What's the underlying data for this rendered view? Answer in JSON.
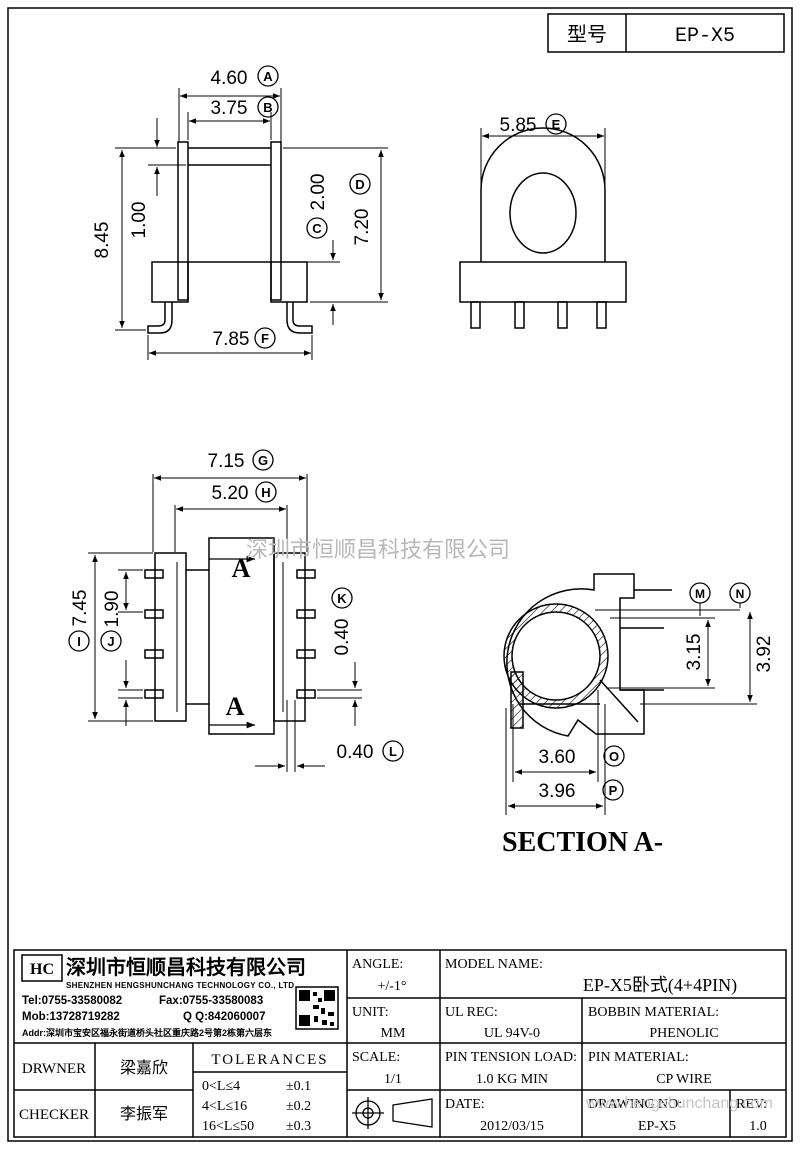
{
  "header": {
    "model_label": "型号",
    "model_value": "EP-X5"
  },
  "dimensions": {
    "A": "4.60",
    "B": "3.75",
    "C": "2.00",
    "D": "7.20",
    "E": "5.85",
    "F": "7.85",
    "G": "7.15",
    "H": "5.20",
    "I": "7.45",
    "J": "1.90",
    "K": "0.40",
    "L": "0.40",
    "M": "",
    "N": "",
    "O": "3.60",
    "P": "3.96",
    "front_height": "8.45",
    "front_inner": "1.00",
    "section_inner": "3.15",
    "section_outer": "3.92"
  },
  "letters": [
    "A",
    "B",
    "C",
    "D",
    "E",
    "F",
    "G",
    "H",
    "I",
    "J",
    "K",
    "L",
    "M",
    "N",
    "O",
    "P"
  ],
  "section_marker": "A",
  "section_title": "SECTION A-",
  "watermark_cn": "深圳市恒顺昌科技有限公司",
  "watermark_url": "www.hengshunchang.com",
  "company": {
    "name_cn": "深圳市恒顺昌科技有限公司",
    "name_en": "SHENZHEN HENGSHUNCHANG TECHNOLOGY CO., LTD",
    "tel": "Tel:0755-33580082",
    "fax": "Fax:0755-33580083",
    "mob": "Mob:13728719282",
    "qq": "Q Q:842060007",
    "addr": "Addr:深圳市宝安区福永街道桥头社区重庆路2号第2栋第六层东"
  },
  "title_block": {
    "drawer_label": "DRWNER",
    "drawer_name": "梁嘉欣",
    "checker_label": "CHECKER",
    "checker_name": "李振军",
    "tolerances_label": "TOLERANCES",
    "tolerances": [
      {
        "range": "0<L≤4",
        "value": "±0.1"
      },
      {
        "range": "4<L≤16",
        "value": "±0.2"
      },
      {
        "range": "16<L≤50",
        "value": "±0.3"
      }
    ],
    "angle_label": "ANGLE:",
    "angle_value": "+/-1°",
    "unit_label": "UNIT:",
    "unit_value": "MM",
    "scale_label": "SCALE:",
    "scale_value": "1/1",
    "model_name_label": "MODEL NAME:",
    "model_name_value": "EP-X5卧式(4+4PIN)",
    "ul_label": "UL REC:",
    "ul_value": "UL 94V-0",
    "bobbin_label": "BOBBIN MATERIAL:",
    "bobbin_value": "PHENOLIC",
    "pin_tension_label": "PIN TENSION LOAD:",
    "pin_tension_value": "1.0 KG MIN",
    "pin_material_label": "PIN MATERIAL:",
    "pin_material_value": "CP WIRE",
    "date_label": "DATE:",
    "date_value": "2012/03/15",
    "drawing_no_label": "DRAWING NO:",
    "drawing_no_value": "EP-X5",
    "rev_label": "REV:",
    "rev_value": "1.0"
  }
}
